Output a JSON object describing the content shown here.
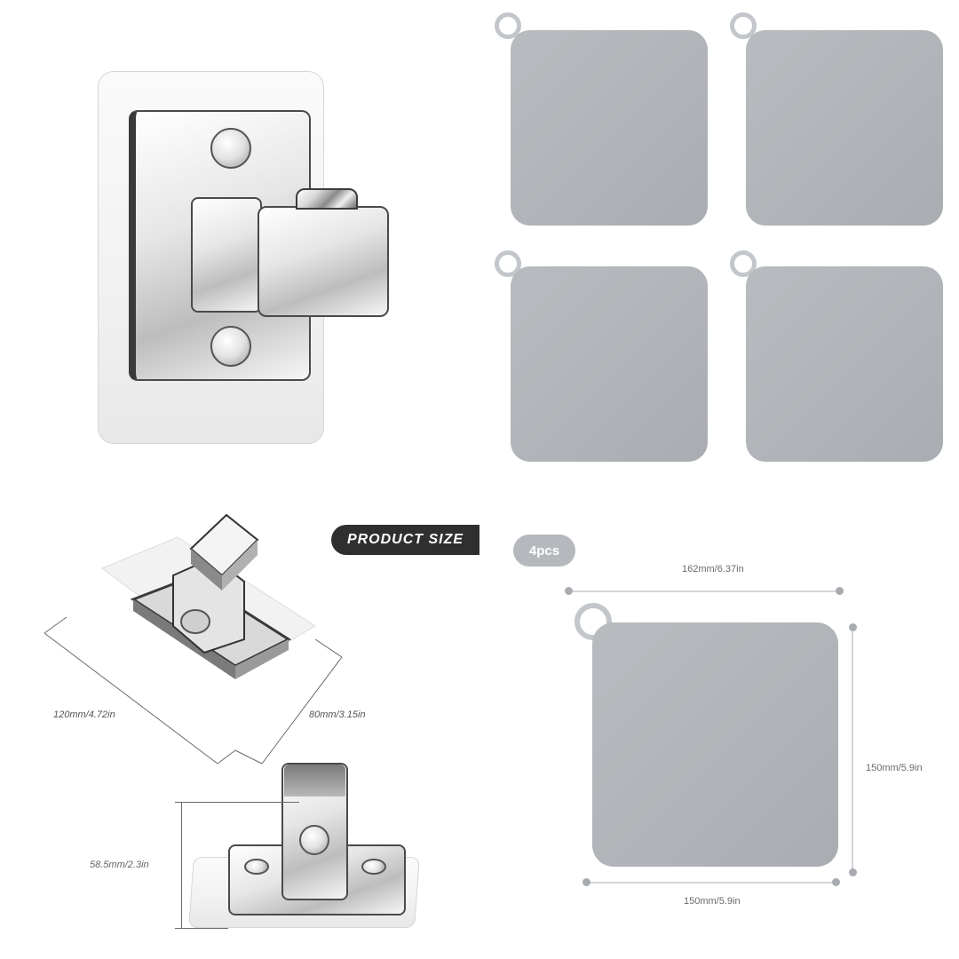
{
  "colors": {
    "pad_fill": "#b2b5b9",
    "pad_ring": "#c3c6ca",
    "badge_dark": "#2f2f2f",
    "badge_gray": "#b5b8bc",
    "dimension_line": "#d3d5d8",
    "dimension_dot": "#a8abaf",
    "dimension_text": "#6b6b6b"
  },
  "top_left_product": {
    "name": "chrome-adhesive-hook-front-view"
  },
  "top_right_pads": {
    "count": 4,
    "items": [
      {
        "name": "silicone-pad-1"
      },
      {
        "name": "silicone-pad-2"
      },
      {
        "name": "silicone-pad-3"
      },
      {
        "name": "silicone-pad-4"
      }
    ]
  },
  "badges": {
    "product_size": "PRODUCT SIZE",
    "quantity": "4pcs"
  },
  "hook_dimensions": {
    "length": "120mm/4.72in",
    "width": "80mm/3.15in",
    "height": "58.5mm/2.3in"
  },
  "pad_dimensions": {
    "overall_width": "162mm/6.37in",
    "height": "150mm/5.9in",
    "body_width": "150mm/5.9in"
  }
}
